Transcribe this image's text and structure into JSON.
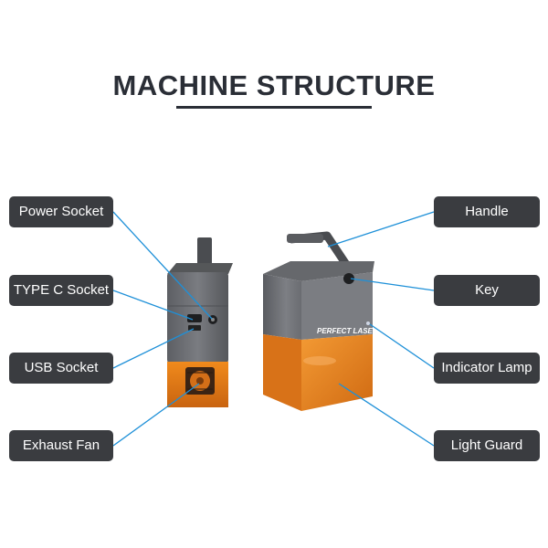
{
  "title": "MACHINE STRUCTURE",
  "labels": {
    "power_socket": "Power Socket",
    "type_c_socket": "TYPE C Socket",
    "usb_socket": "USB Socket",
    "exhaust_fan": "Exhaust Fan",
    "handle": "Handle",
    "key": "Key",
    "indicator_lamp": "Indicator Lamp",
    "light_guard": "Light Guard"
  },
  "brand_text": "PERFECT LASER",
  "colors": {
    "label_bg": "#3a3c40",
    "leader_line": "#1e90d8",
    "housing": "#6b6d72",
    "light_guard": "#e07a16",
    "title": "#2a2e36"
  }
}
